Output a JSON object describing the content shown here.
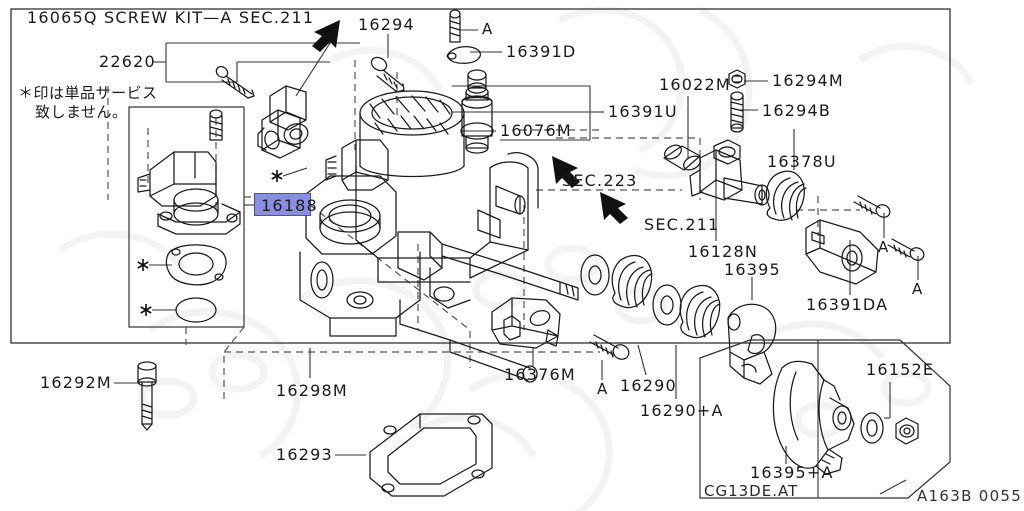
{
  "diagram": {
    "title_line": "16065Q SCREW KIT—A  SEC.211",
    "note_jp_line1": "＊印は単品サービス",
    "note_jp_line2": "致しません。",
    "drawing_number": "A163B 0055",
    "engine_code": "CG13DE.AT",
    "highlight_color": "#8a8ee0",
    "highlight_border_color": "#4b4fbe"
  },
  "part_labels": [
    {
      "id": "22620",
      "text": "22620"
    },
    {
      "id": "16294",
      "text": "16294"
    },
    {
      "id": "16391D",
      "text": "16391D"
    },
    {
      "id": "16391U",
      "text": "16391U"
    },
    {
      "id": "16076M",
      "text": "16076M"
    },
    {
      "id": "16022M",
      "text": "16022M"
    },
    {
      "id": "16294M",
      "text": "16294M"
    },
    {
      "id": "16294B",
      "text": "16294B"
    },
    {
      "id": "16378U",
      "text": "16378U"
    },
    {
      "id": "16128N",
      "text": "16128N"
    },
    {
      "id": "16395",
      "text": "16395"
    },
    {
      "id": "16391DA",
      "text": "16391DA"
    },
    {
      "id": "16188",
      "text": "16188"
    },
    {
      "id": "16292M",
      "text": "16292M"
    },
    {
      "id": "16298M",
      "text": "16298M"
    },
    {
      "id": "16293",
      "text": "16293"
    },
    {
      "id": "16376M",
      "text": "16376M"
    },
    {
      "id": "16290",
      "text": "16290"
    },
    {
      "id": "16290A",
      "text": "16290+A"
    },
    {
      "id": "16395A",
      "text": "16395+A"
    },
    {
      "id": "16152E",
      "text": "16152E"
    }
  ],
  "section_refs": [
    {
      "id": "sec223",
      "text": "SEC.223"
    },
    {
      "id": "sec211",
      "text": "SEC.211"
    }
  ],
  "callout_letters": [
    {
      "id": "a-top",
      "text": "A"
    },
    {
      "id": "a-right-1",
      "text": "A"
    },
    {
      "id": "a-right-2",
      "text": "A"
    },
    {
      "id": "a-bottom",
      "text": "A"
    }
  ],
  "asterisk_marks": [
    {
      "id": "ast-throttle",
      "text": "✳"
    },
    {
      "id": "ast-gasket",
      "text": "✳"
    },
    {
      "id": "ast-oring",
      "text": "✳"
    }
  ]
}
